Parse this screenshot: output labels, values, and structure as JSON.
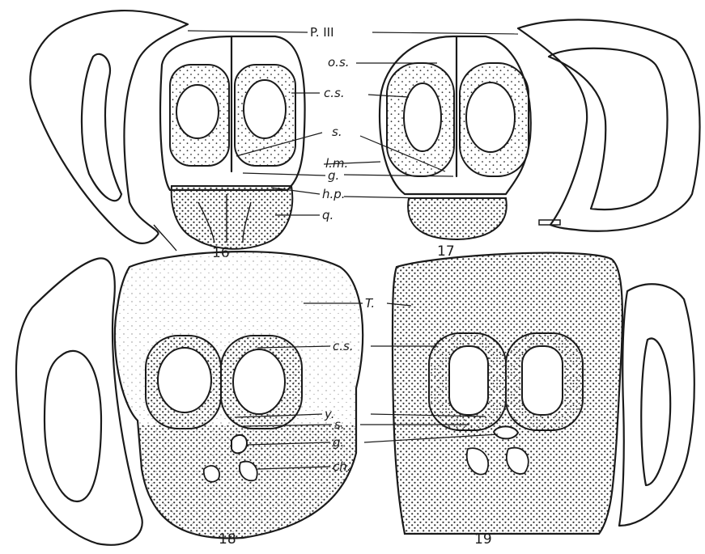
{
  "figures": [
    {
      "number": "16"
    },
    {
      "number": "17"
    },
    {
      "number": "18"
    },
    {
      "number": "19"
    }
  ],
  "labels": {
    "p3": "P. III",
    "os": "o.s.",
    "cs16": "c.s.",
    "s16": "s.",
    "lm": "l.m.",
    "g16": "g.",
    "hp": "h.p.",
    "q": "q.",
    "T": "T.",
    "cs18": "c.s.",
    "y": "y.",
    "s18": "s.",
    "g18": "g.",
    "ch": "ch."
  },
  "colors": {
    "ink": "#1a1a1a",
    "paper": "#ffffff",
    "stipple": "#2a2a2a",
    "light_stipple": "#9a9a9a"
  }
}
